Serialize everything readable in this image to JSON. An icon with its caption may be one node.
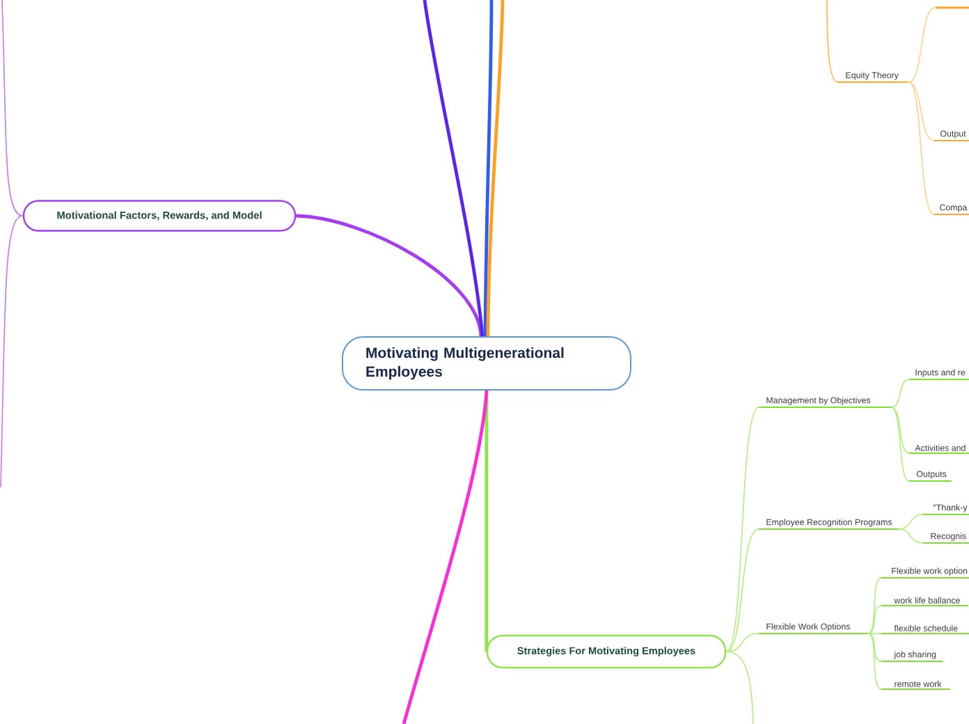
{
  "diagram": {
    "nodes": [
      {
        "text": [
          "Motivating Multigenerational Employees"
        ]
      },
      {
        "text": [
          "Motivational Factors, Rewards, and Model"
        ]
      },
      {
        "text": [
          "Equity Theory"
        ]
      },
      {
        "text": [],
        "shape": "bar"
      },
      {
        "text": [
          "Output"
        ]
      },
      {
        "text": [
          "Compa"
        ]
      },
      {
        "text": [
          "Strategies For Motivating Employees"
        ]
      },
      {
        "text": [
          "Management by Objectives"
        ]
      },
      {
        "text": [
          "Inputs and re"
        ]
      },
      {
        "text": [
          "Activities and"
        ]
      },
      {
        "text": [
          "Outputs"
        ]
      },
      {
        "text": [
          "Employee Recognition Programs"
        ]
      },
      {
        "text": [
          "\"Thank-y"
        ]
      },
      {
        "text": [
          "Recognis"
        ]
      },
      {
        "text": [
          "Flexible Work Options"
        ]
      },
      {
        "text": [
          "Flexible work option"
        ]
      },
      {
        "text": [
          "work life ballance"
        ]
      },
      {
        "text": [
          "flexible schedule"
        ]
      },
      {
        "text": [
          "job sharing"
        ]
      },
      {
        "text": [
          "remote work"
        ]
      }
    ],
    "edges": [
      {
        "from": 0,
        "to": 1,
        "arrow": "none",
        "style": "thick",
        "color": "#a43df0"
      },
      {
        "from": 1,
        "to": null,
        "arrow": "none",
        "color": "#c576f3"
      },
      {
        "from": 1,
        "to": null,
        "arrow": "none",
        "color": "#c576f3"
      },
      {
        "from": 0,
        "to": null,
        "arrow": "none",
        "style": "thick",
        "color": "#5b24ee"
      },
      {
        "from": 0,
        "to": null,
        "arrow": "none",
        "style": "thick",
        "color": "#2f5cf4"
      },
      {
        "from": 0,
        "to": null,
        "arrow": "none",
        "style": "thick",
        "color": "#ffa11c"
      },
      {
        "from": null,
        "to": 2,
        "arrow": "none",
        "color": "#ffb347"
      },
      {
        "from": 2,
        "to": 3,
        "arrow": "none",
        "color": "#ffd08a"
      },
      {
        "from": 2,
        "to": 4,
        "arrow": "none",
        "color": "#ffd08a"
      },
      {
        "from": 2,
        "to": 5,
        "arrow": "none",
        "color": "#ffd08a"
      },
      {
        "from": 0,
        "to": 6,
        "arrow": "none",
        "style": "thick",
        "color": "#8ee54a"
      },
      {
        "from": 0,
        "to": null,
        "arrow": "none",
        "style": "thick",
        "color": "#ff2bd6"
      },
      {
        "from": 6,
        "to": 7,
        "arrow": "none"
      },
      {
        "from": 6,
        "to": 11,
        "arrow": "none"
      },
      {
        "from": 6,
        "to": 14,
        "arrow": "none"
      },
      {
        "from": 6,
        "to": null,
        "arrow": "none"
      },
      {
        "from": 7,
        "to": 8,
        "arrow": "none"
      },
      {
        "from": 7,
        "to": 9,
        "arrow": "none"
      },
      {
        "from": 7,
        "to": 10,
        "arrow": "none"
      },
      {
        "from": 11,
        "to": 12,
        "arrow": "none"
      },
      {
        "from": 11,
        "to": 13,
        "arrow": "none"
      },
      {
        "from": 14,
        "to": 15,
        "arrow": "none"
      },
      {
        "from": 14,
        "to": 16,
        "arrow": "none"
      },
      {
        "from": 14,
        "to": 17,
        "arrow": "none"
      },
      {
        "from": 14,
        "to": 18,
        "arrow": "none"
      },
      {
        "from": 14,
        "to": 19,
        "arrow": "none"
      }
    ]
  }
}
